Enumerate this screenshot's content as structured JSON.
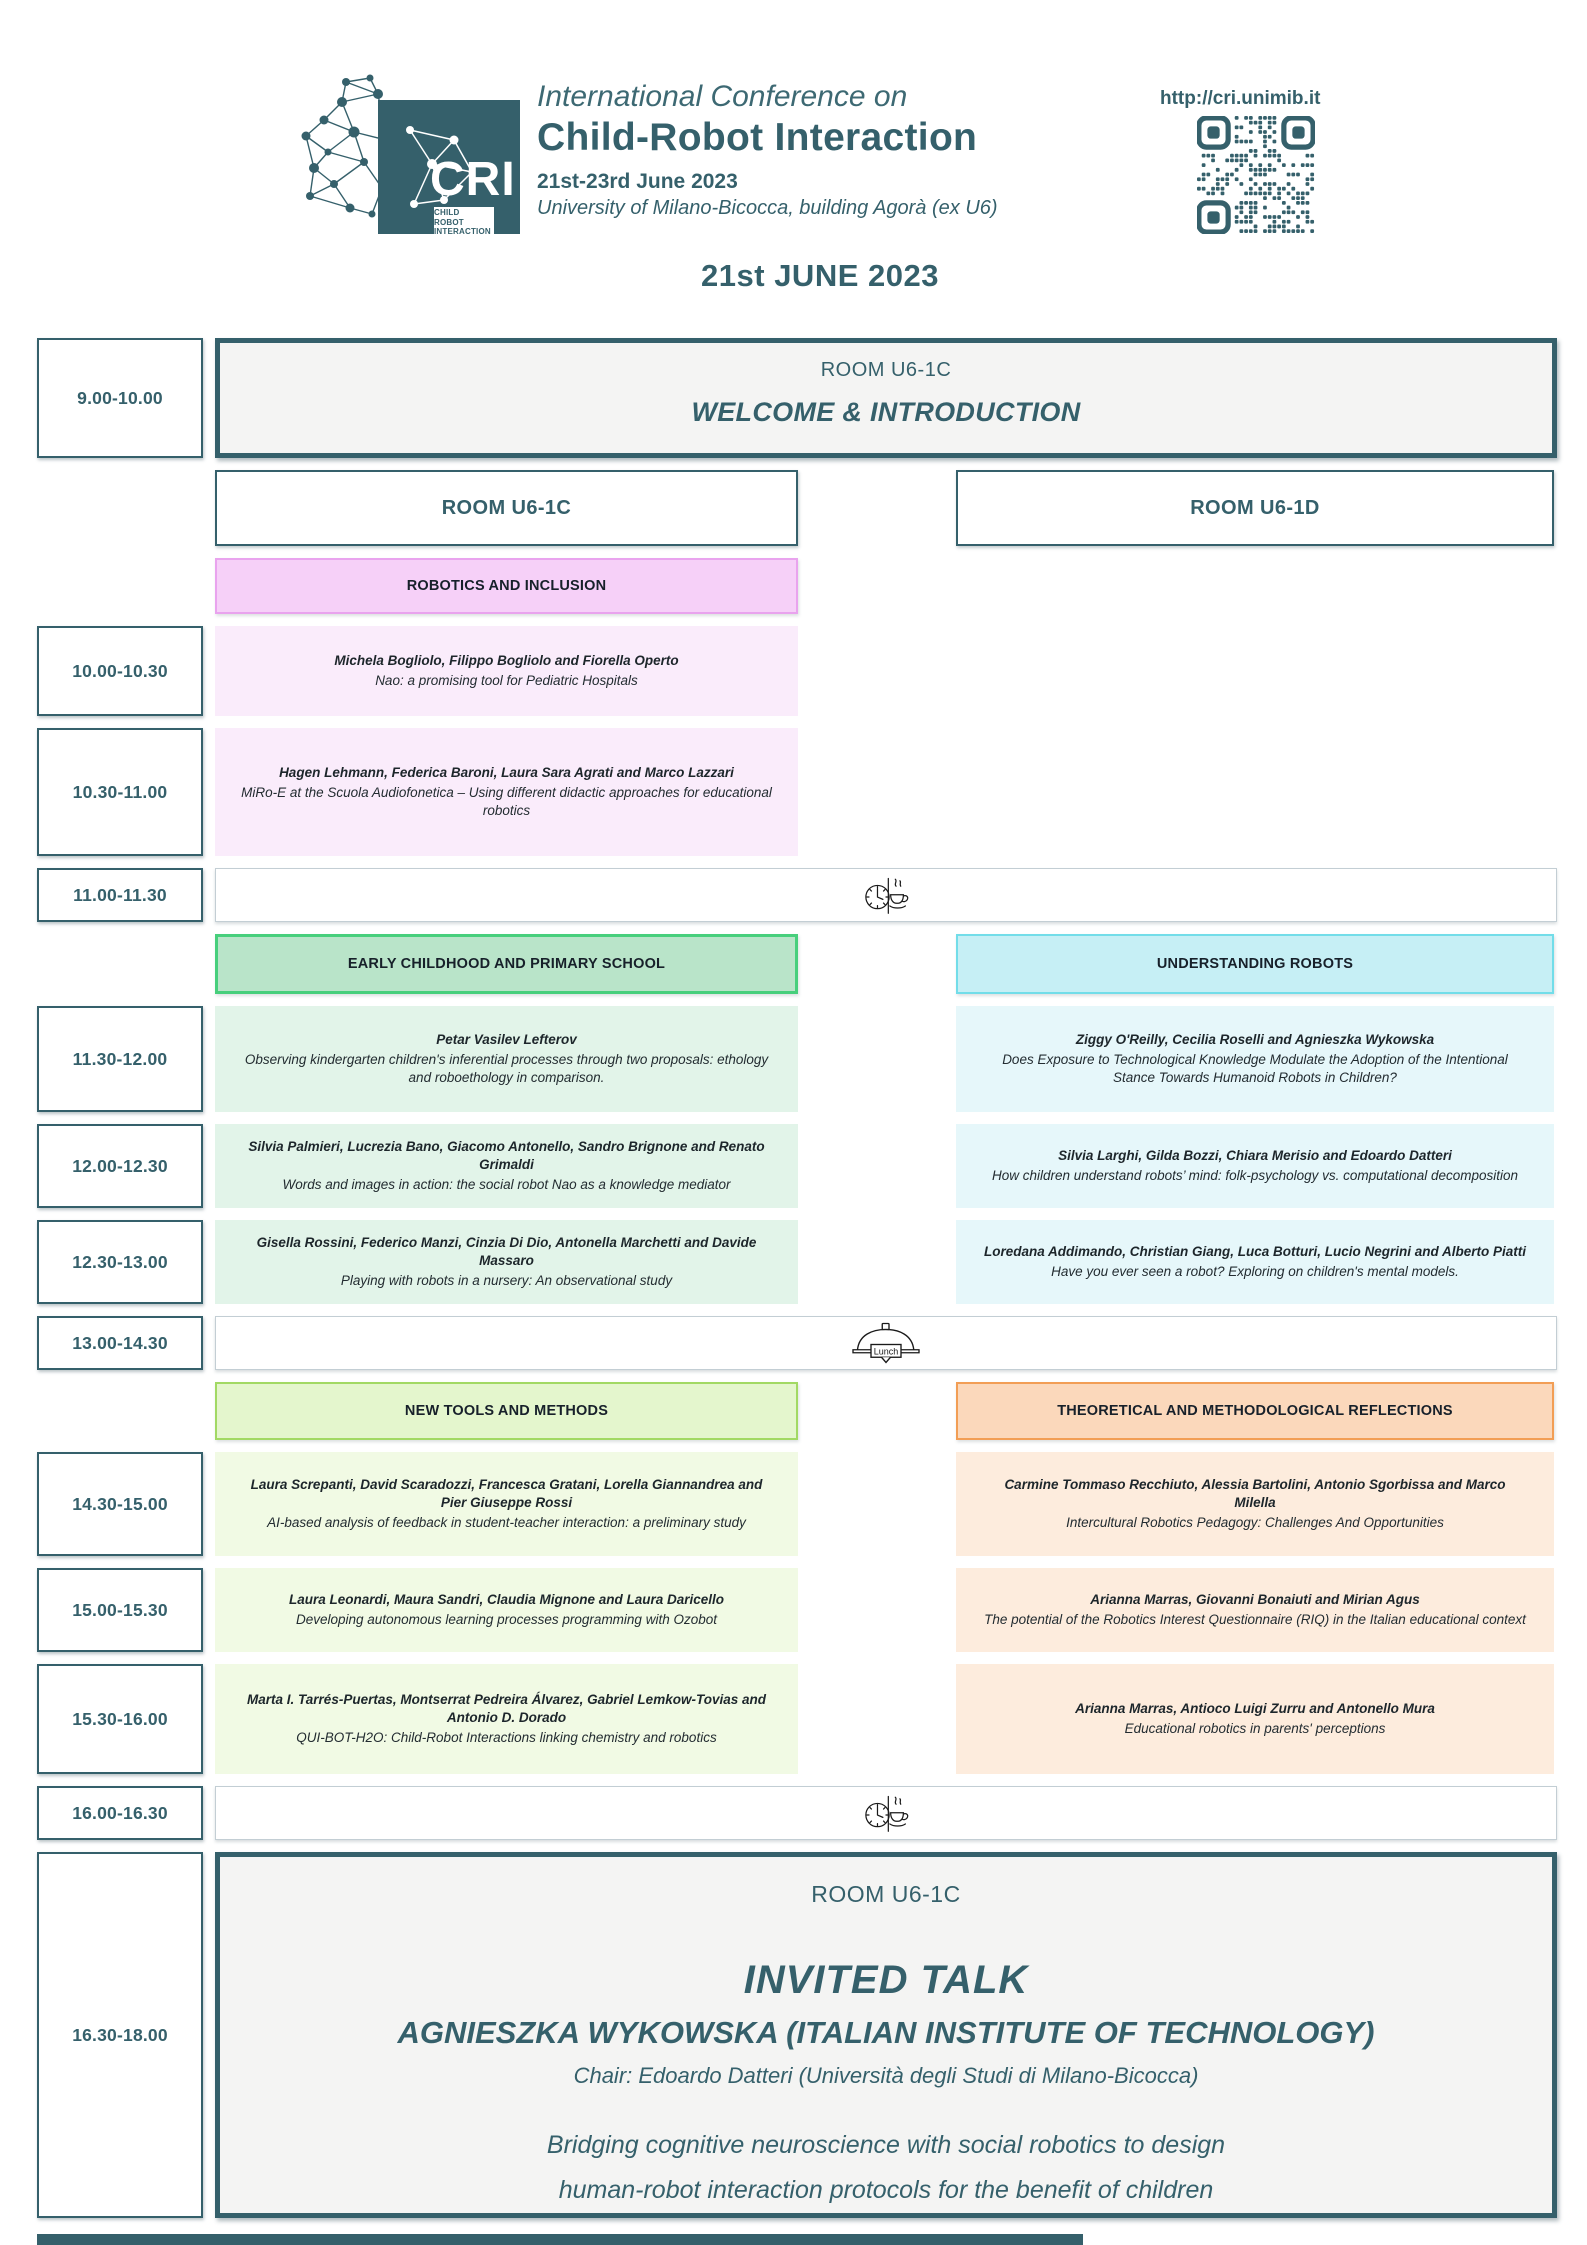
{
  "header": {
    "logo_acronym": "CRI",
    "logo_sub": "CHILD\nROBOT\nINTERACTION",
    "title_line1": "International Conference on",
    "title_line2": "Child-Robot Interaction",
    "dates": "21st-23rd June 2023",
    "venue": "University of Milano-Bicocca, building Agorà (ex U6)",
    "url": "http://cri.unimib.it"
  },
  "date_heading": "21st JUNE 2023",
  "rooms": {
    "left": "ROOM U6-1C",
    "right": "ROOM U6-1D"
  },
  "times": [
    "9.00-10.00",
    "10.00-10.30",
    "10.30-11.00",
    "11.00-11.30",
    "11.30-12.00",
    "12.00-12.30",
    "12.30-13.00",
    "13.00-14.30",
    "14.30-15.00",
    "15.00-15.30",
    "15.30-16.00",
    "16.00-16.30",
    "16.30-18.00"
  ],
  "welcome": {
    "room": "ROOM U6-1C",
    "title": "WELCOME & INTRODUCTION"
  },
  "breaks": {
    "lunch_label": "Lunch"
  },
  "sections": {
    "robotics_inclusion": "ROBOTICS AND INCLUSION",
    "early_childhood": "EARLY CHILDHOOD AND PRIMARY SCHOOL",
    "understanding_robots": "UNDERSTANDING ROBOTS",
    "new_tools": "NEW TOOLS AND METHODS",
    "theoretical": "THEORETICAL AND METHODOLOGICAL REFLECTIONS"
  },
  "talks": {
    "robotics_inclusion": [
      {
        "authors": "Michela Bogliolo, Filippo Bogliolo and Fiorella Operto",
        "title": "Nao: a promising tool for Pediatric Hospitals"
      },
      {
        "authors": "Hagen Lehmann, Federica Baroni, Laura Sara Agrati and Marco Lazzari",
        "title": "MiRo-E at the Scuola Audiofonetica – Using different didactic approaches for educational robotics"
      }
    ],
    "early_childhood": [
      {
        "authors": "Petar Vasilev Lefterov",
        "title": "Observing kindergarten children's inferential processes through two proposals: ethology and roboethology in comparison."
      },
      {
        "authors": "Silvia Palmieri, Lucrezia Bano, Giacomo Antonello, Sandro Brignone and Renato Grimaldi",
        "title": "Words and images in action: the social robot Nao as a knowledge mediator"
      },
      {
        "authors": "Gisella Rossini, Federico Manzi, Cinzia Di Dio, Antonella Marchetti and Davide Massaro",
        "title": "Playing with robots in a nursery: An observational study"
      }
    ],
    "understanding_robots": [
      {
        "authors": "Ziggy O'Reilly, Cecilia Roselli and Agnieszka Wykowska",
        "title": "Does Exposure to Technological Knowledge Modulate the Adoption of the Intentional Stance Towards Humanoid Robots in Children?"
      },
      {
        "authors": "Silvia Larghi, Gilda Bozzi, Chiara Merisio and Edoardo Datteri",
        "title": "How children understand robots’ mind: folk-psychology vs. computational decomposition"
      },
      {
        "authors": "Loredana Addimando, Christian Giang, Luca Botturi, Lucio Negrini and Alberto Piatti",
        "title": "Have you ever seen a robot? Exploring on children's mental models."
      }
    ],
    "new_tools": [
      {
        "authors": "Laura Screpanti, David Scaradozzi, Francesca Gratani, Lorella Giannandrea and Pier Giuseppe Rossi",
        "title": "AI-based analysis of feedback in student-teacher interaction: a preliminary study"
      },
      {
        "authors": "Laura Leonardi, Maura Sandri, Claudia Mignone and Laura Daricello",
        "title": "Developing autonomous learning processes programming with Ozobot"
      },
      {
        "authors": "Marta I. Tarrés-Puertas, Montserrat Pedreira Álvarez, Gabriel Lemkow-Tovias and Antonio D. Dorado",
        "title": "QUI-BOT-H2O: Child-Robot Interactions linking chemistry and robotics"
      }
    ],
    "theoretical": [
      {
        "authors": "Carmine Tommaso Recchiuto, Alessia Bartolini, Antonio Sgorbissa and Marco Milella",
        "title": "Intercultural Robotics Pedagogy: Challenges And Opportunities"
      },
      {
        "authors": "Arianna Marras, Giovanni Bonaiuti and Mirian Agus",
        "title": "The potential of the Robotics Interest Questionnaire (RIQ) in the Italian educational context"
      },
      {
        "authors": "Arianna Marras, Antioco Luigi Zurru and Antonello Mura",
        "title": "Educational robotics in parents' perceptions"
      }
    ]
  },
  "invited": {
    "room": "ROOM U6-1C",
    "heading": "INVITED TALK",
    "speaker": "AGNIESZKA WYKOWSKA (ITALIAN INSTITUTE OF TECHNOLOGY)",
    "chair": "Chair: Edoardo Datteri (Università degli Studi di Milano-Bicocca)",
    "talk_title_line1": "Bridging cognitive neuroscience with social robotics to design",
    "talk_title_line2": "human-robot interaction protocols for the benefit of children"
  },
  "colors": {
    "teal": "#35606b",
    "pink_border": "#e9a3ee",
    "green_border": "#47cf7c",
    "cyan_border": "#72dde9",
    "lime_border": "#a2d964",
    "orange_border": "#f29e55"
  }
}
